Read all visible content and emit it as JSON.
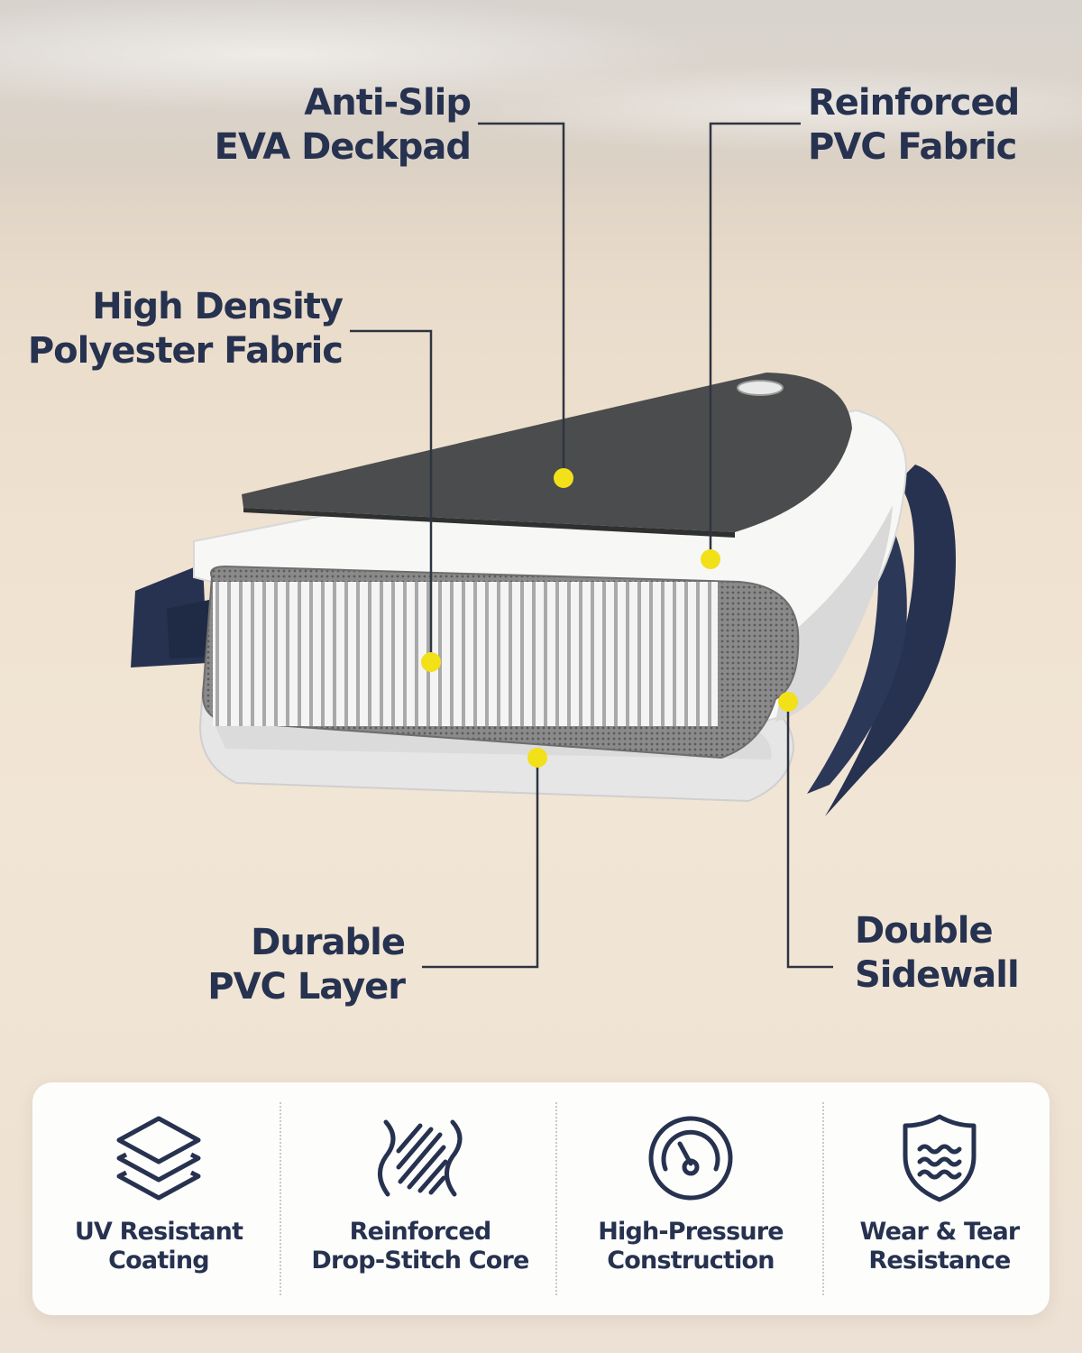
{
  "colors": {
    "navy": "#26324f",
    "marker": "#f2e019",
    "deck": "#4a4c4d",
    "leader": "#2f3442"
  },
  "callouts": {
    "deckpad": [
      "Anti-Slip",
      "EVA Deckpad"
    ],
    "pvc_fabric": [
      "Reinforced",
      "PVC Fabric"
    ],
    "polyester": [
      "High Density",
      "Polyester Fabric"
    ],
    "pvc_layer": [
      "Durable",
      "PVC Layer"
    ],
    "sidewall": [
      "Double",
      "Sidewall"
    ]
  },
  "features": [
    {
      "icon": "layers-icon",
      "lines": [
        "UV Resistant",
        "Coating"
      ]
    },
    {
      "icon": "drop-stitch-icon",
      "lines": [
        "Reinforced",
        "Drop-Stitch Core"
      ]
    },
    {
      "icon": "pressure-gauge-icon",
      "lines": [
        "High-Pressure",
        "Construction"
      ]
    },
    {
      "icon": "wave-shield-icon",
      "lines": [
        "Wear & Tear",
        "Resistance"
      ]
    }
  ]
}
